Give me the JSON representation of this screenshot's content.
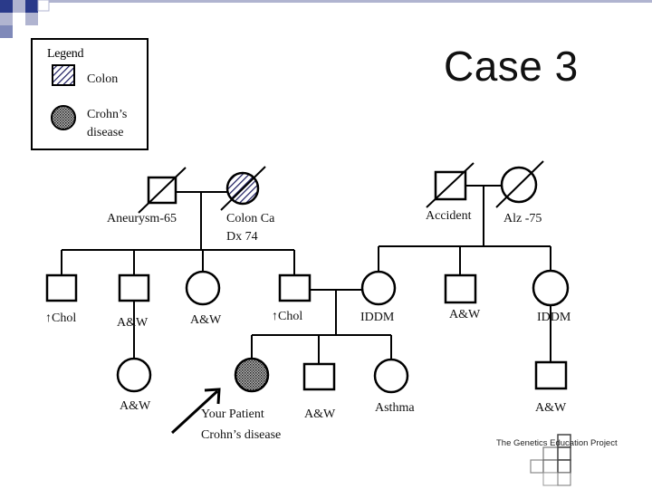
{
  "slide_title": "Case 3",
  "legend": {
    "title": "Legend",
    "colon_label": "Colon",
    "crohns_label_line1": "Crohn’s",
    "crohns_label_line2": "disease"
  },
  "gen1": {
    "left_grandfather_label": "Aneurysm-65",
    "left_grandmother_label_line1": "Colon Ca",
    "left_grandmother_label_line2": "Dx 74",
    "right_grandfather_label": "Accident",
    "right_grandmother_label": "Alz -75"
  },
  "gen2": {
    "uncle1_label": "↑Chol",
    "uncle2_label": "A&W",
    "aunt1_label": "A&W",
    "father_label": "↑Chol",
    "mother_label": "IDDM",
    "uncle3_label": "A&W",
    "aunt2_label": "IDDM"
  },
  "gen3": {
    "cousin1_label": "A&W",
    "patient_label_line1": "Your Patient",
    "patient_label_line2": "Crohn’s disease",
    "brother_label": "A&W",
    "sister_label": "Asthma",
    "cousin2_label": "A&W"
  },
  "logo": {
    "text": "The Genetics  Education Project"
  }
}
